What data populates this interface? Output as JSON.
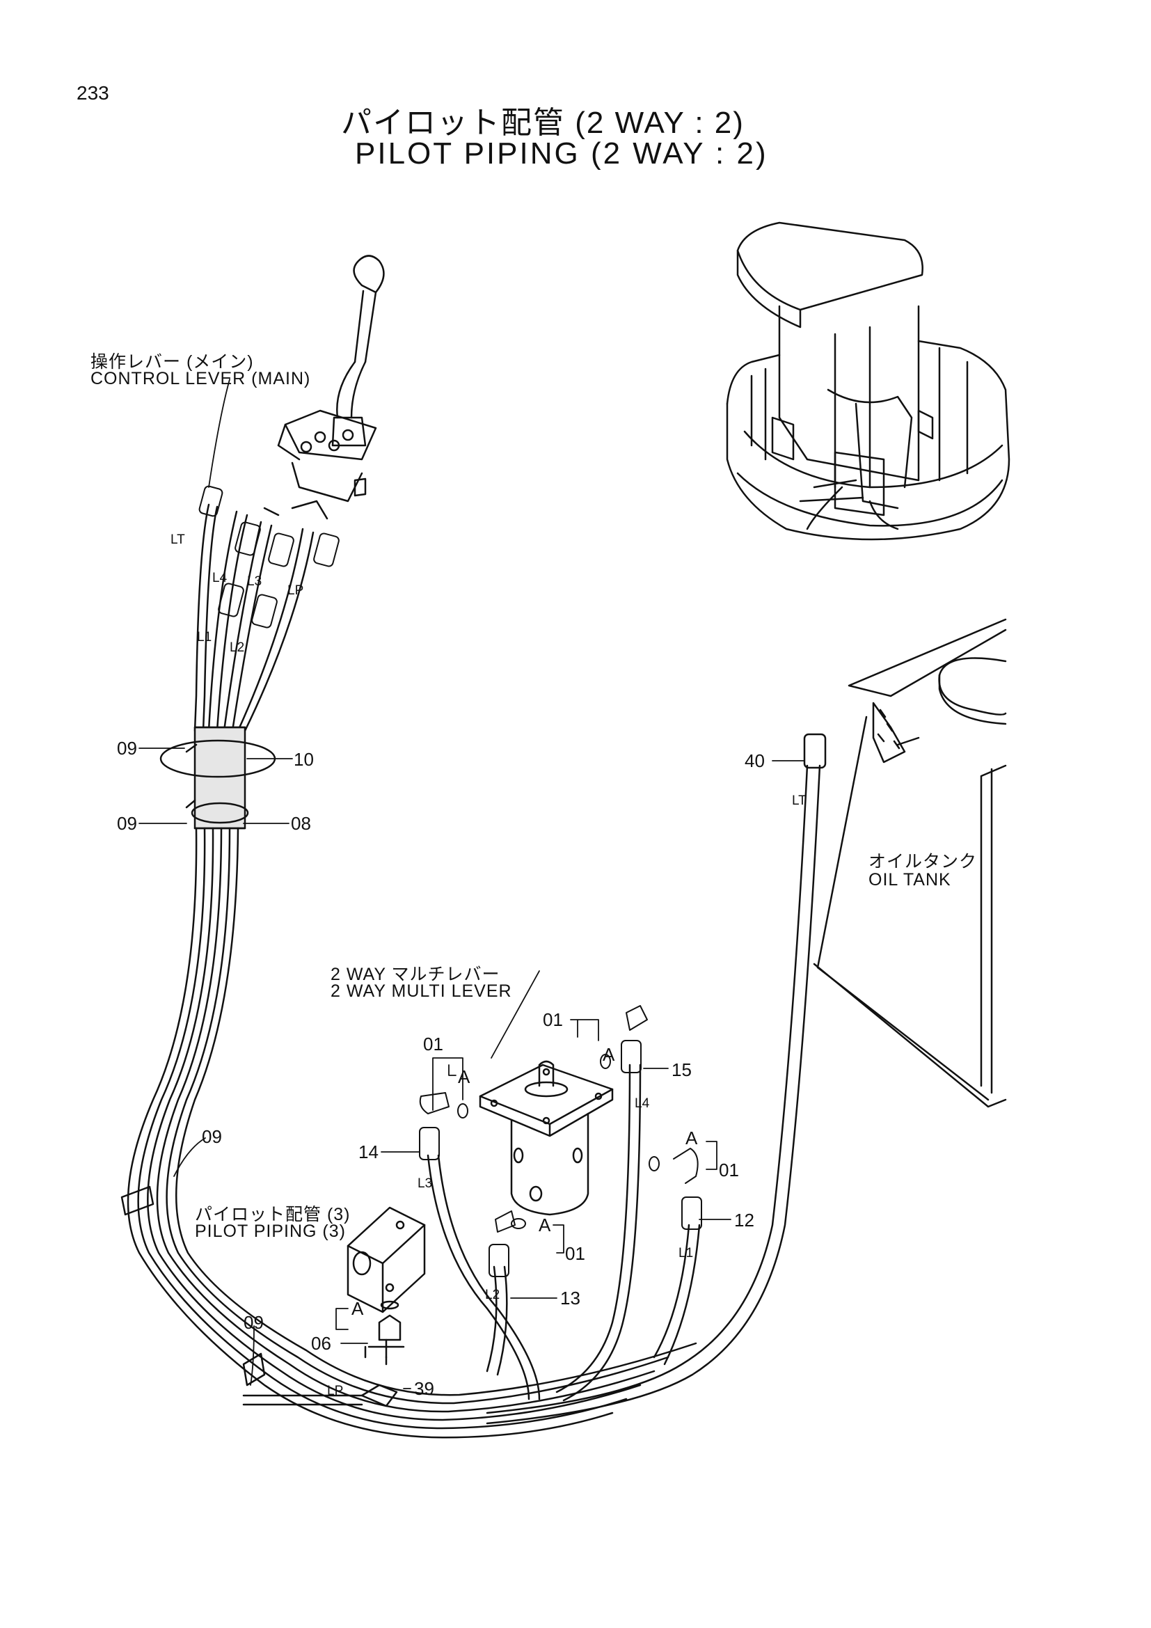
{
  "page": {
    "number": "233",
    "title_jp": "パイロット配管 (2 WAY : 2)",
    "title_en": "PILOT PIPING (2 WAY : 2)"
  },
  "labels": {
    "control_lever_jp": "操作レバー (メイン)",
    "control_lever_en": "CONTROL LEVER (MAIN)",
    "multi_lever_jp": "2 WAY マルチレバー",
    "multi_lever_en": "2 WAY MULTI LEVER",
    "pilot_piping3_jp": "パイロット配管 (3)",
    "pilot_piping3_en": "PILOT PIPING (3)",
    "oil_tank_jp": "オイルタンク",
    "oil_tank_en": "OIL TANK"
  },
  "part_numbers": {
    "p09a": "09",
    "p10": "10",
    "p09b": "09",
    "p08": "08",
    "p40": "40",
    "p01a": "01",
    "p01b": "01",
    "p15": "15",
    "p14": "14",
    "p09c": "09",
    "p01c": "01",
    "p12": "12",
    "p01d": "01",
    "p13": "13",
    "p09d": "09",
    "p06": "06",
    "p39": "39"
  },
  "hose_labels": {
    "lt_top": "LT",
    "l4_top": "L4",
    "l3_top": "L3",
    "lp_top": "LP",
    "l1_top": "L1",
    "l2_top": "L2",
    "lt_right": "LT",
    "l4_mid": "L4",
    "l3_mid": "L3",
    "l1_mid": "L1",
    "l2_mid": "L2",
    "lp_bottom": "LP"
  },
  "detail_marks": {
    "a1": "A",
    "a2": "A",
    "a3": "A",
    "a4": "A",
    "a5": "A"
  }
}
